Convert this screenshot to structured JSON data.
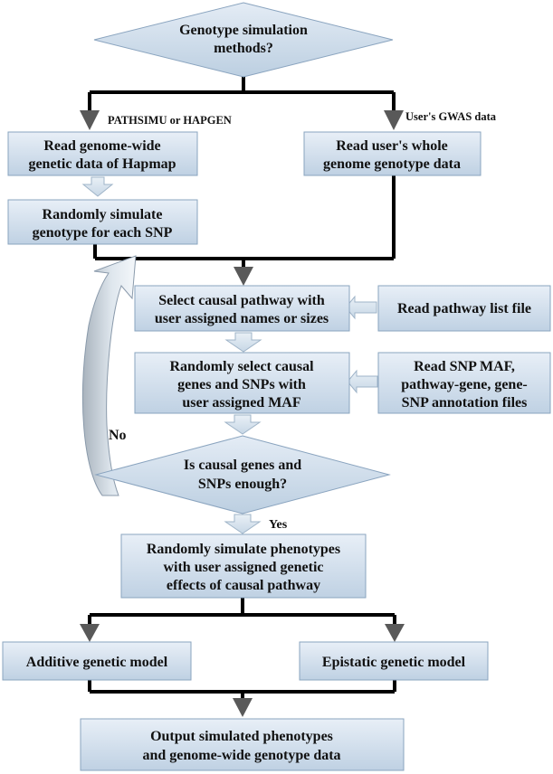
{
  "decision_top": {
    "line1": "Genotype simulation",
    "line2": "methods?"
  },
  "branch_labels": {
    "left": "PATHSIMU or HAPGEN",
    "right": "User's GWAS data",
    "no": "No",
    "yes": "Yes"
  },
  "boxes": {
    "read_hapmap": {
      "line1": "Read genome-wide",
      "line2": "genetic data of Hapmap"
    },
    "read_user": {
      "line1": "Read user's whole",
      "line2": "genome genotype data"
    },
    "simulate_genotype": {
      "line1": "Randomly simulate",
      "line2": "genotype for each SNP"
    },
    "select_pathway": {
      "line1": "Select causal pathway with",
      "line2": "user assigned names or sizes"
    },
    "read_pathway_file": {
      "line1": "Read pathway list file"
    },
    "select_genes": {
      "line1": "Randomly select causal",
      "line2": "genes and SNPs with",
      "line3": "user assigned MAF"
    },
    "read_snp_maf": {
      "line1": "Read SNP MAF,",
      "line2": "pathway-gene,  gene-",
      "line3": "SNP annotation files"
    },
    "simulate_phenotypes": {
      "line1": "Randomly simulate phenotypes",
      "line2": "with user assigned genetic",
      "line3": "effects  of causal pathway"
    },
    "additive": {
      "line1": "Additive genetic model"
    },
    "epistatic": {
      "line1": "Epistatic genetic model"
    },
    "output": {
      "line1": "Output simulated phenotypes",
      "line2": "and genome-wide genotype data"
    }
  },
  "decision_enough": {
    "line1": "Is causal genes and",
    "line2": "SNPs enough?"
  },
  "colors": {
    "box_fill_top": "#e6eef6",
    "box_fill_bottom": "#c2d3e4",
    "box_stroke": "#8aa4bf",
    "line": "#000000",
    "arrow_head": "#595959",
    "hollow_arrow": "#d5e1ec"
  }
}
